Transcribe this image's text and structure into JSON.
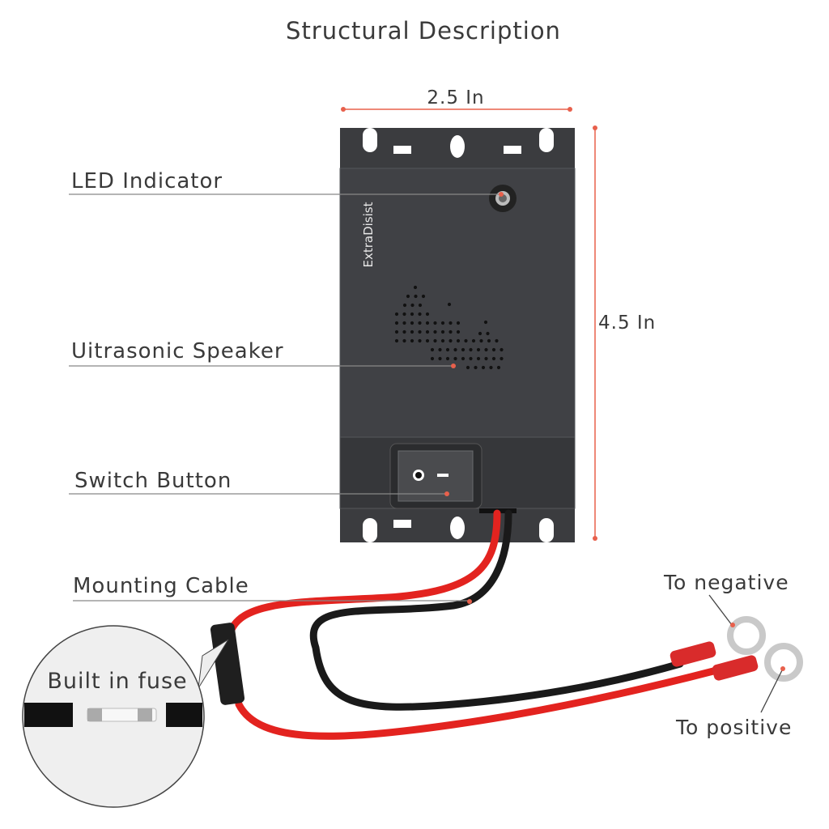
{
  "title": "Structural Description",
  "dimensions": {
    "width_label": "2.5 In",
    "height_label": "4.5 In"
  },
  "brand": "ExtraDisist",
  "callouts": {
    "led": "LED Indicator",
    "speaker": "Uitrasonic Speaker",
    "switch": "Switch Button",
    "cable": "Mounting Cable",
    "fuse": "Built in fuse",
    "negative": "To negative",
    "positive": "To positive"
  },
  "colors": {
    "device": "#3b3c3f",
    "accent": "#e8604c",
    "red_wire": "#e3231f",
    "black_wire": "#1a1a1a",
    "text": "#3a3a3a"
  }
}
